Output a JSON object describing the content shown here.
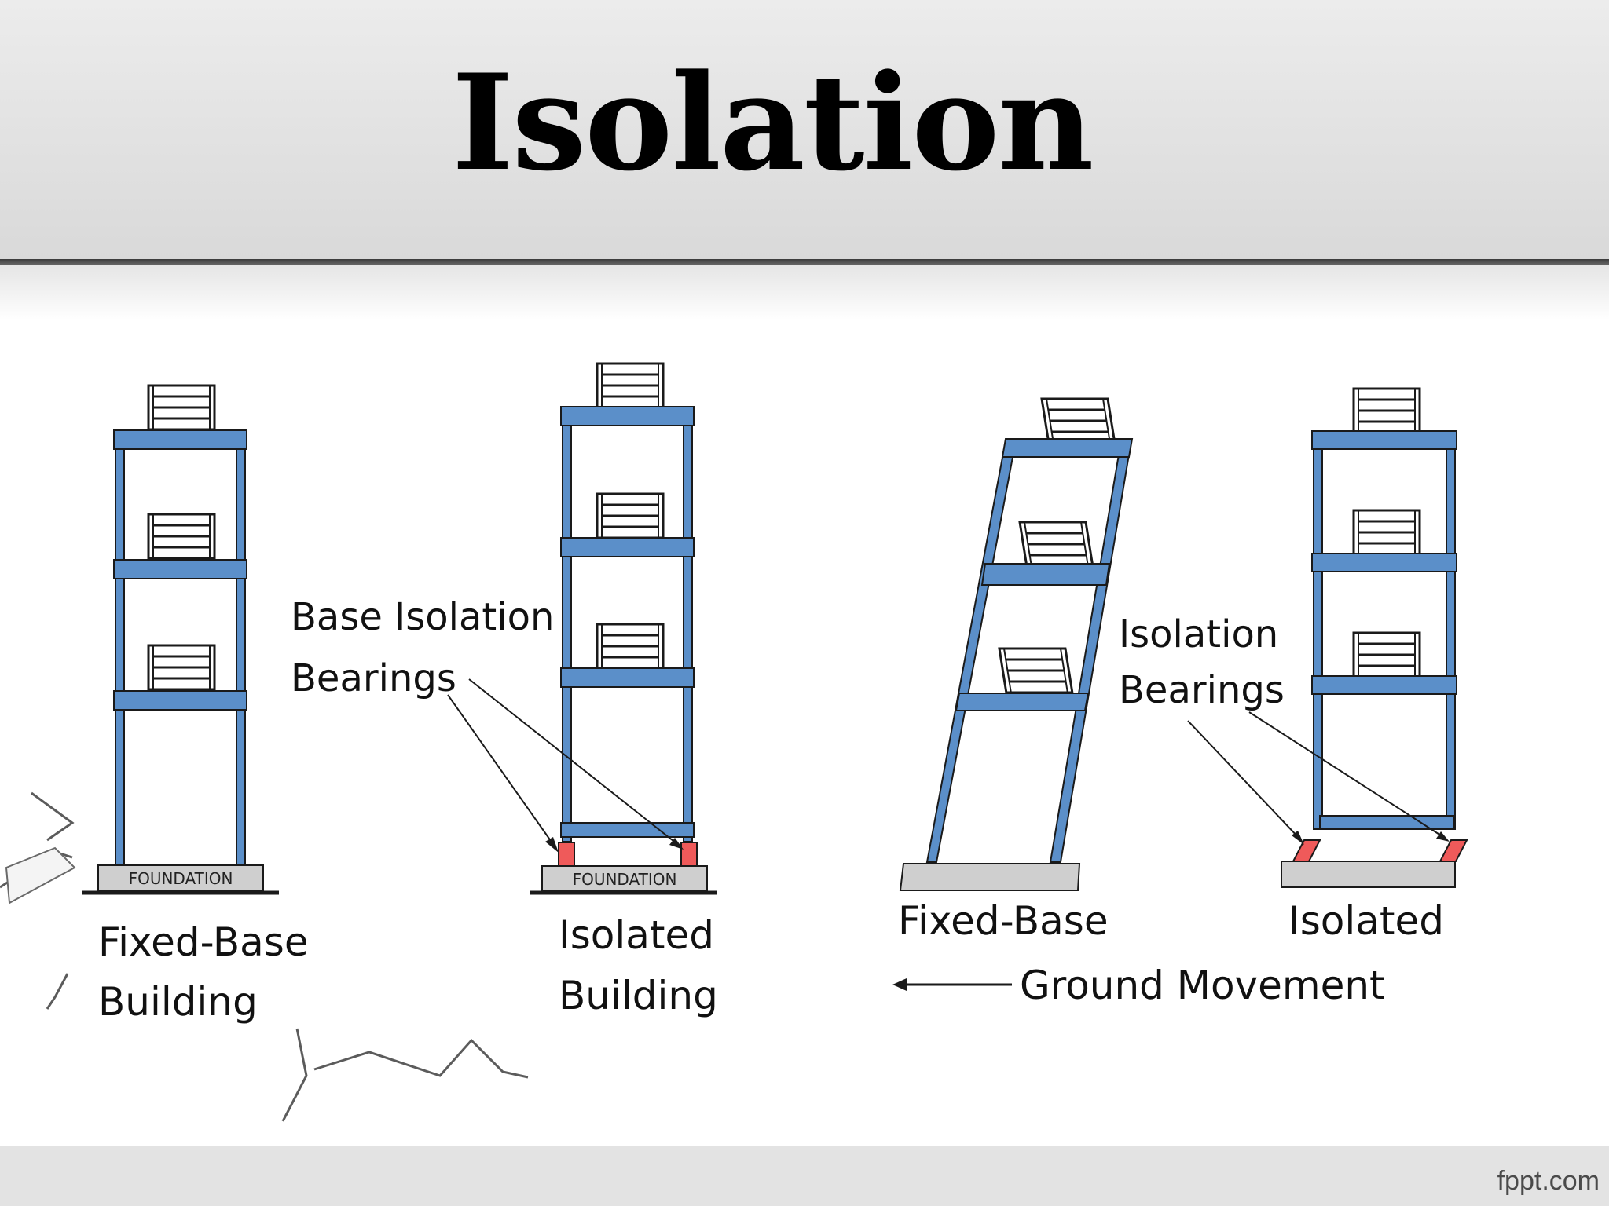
{
  "slide": {
    "title": "Isolation",
    "footer_brand": "fppt.com"
  },
  "diagram": {
    "panel_left": {
      "building_fixed": {
        "foundation_label": "FOUNDATION",
        "caption_line1": "Fixed-Base",
        "caption_line2": "Building"
      },
      "building_isolated": {
        "foundation_label": "FOUNDATION",
        "caption_line1": "Isolated",
        "caption_line2": "Building"
      },
      "callout_line1": "Base Isolation",
      "callout_line2": "Bearings"
    },
    "panel_right": {
      "building_fixed_caption": "Fixed-Base",
      "building_isolated_caption": "Isolated",
      "callout_line1": "Isolation",
      "callout_line2": "Bearings",
      "ground_movement_label": "Ground Movement"
    }
  },
  "colors": {
    "frame_blue": "#5b8fc9",
    "frame_outline": "#1a1a1a",
    "bearing_red": "#ef5a5a",
    "foundation_gray": "#cfcfcf"
  }
}
